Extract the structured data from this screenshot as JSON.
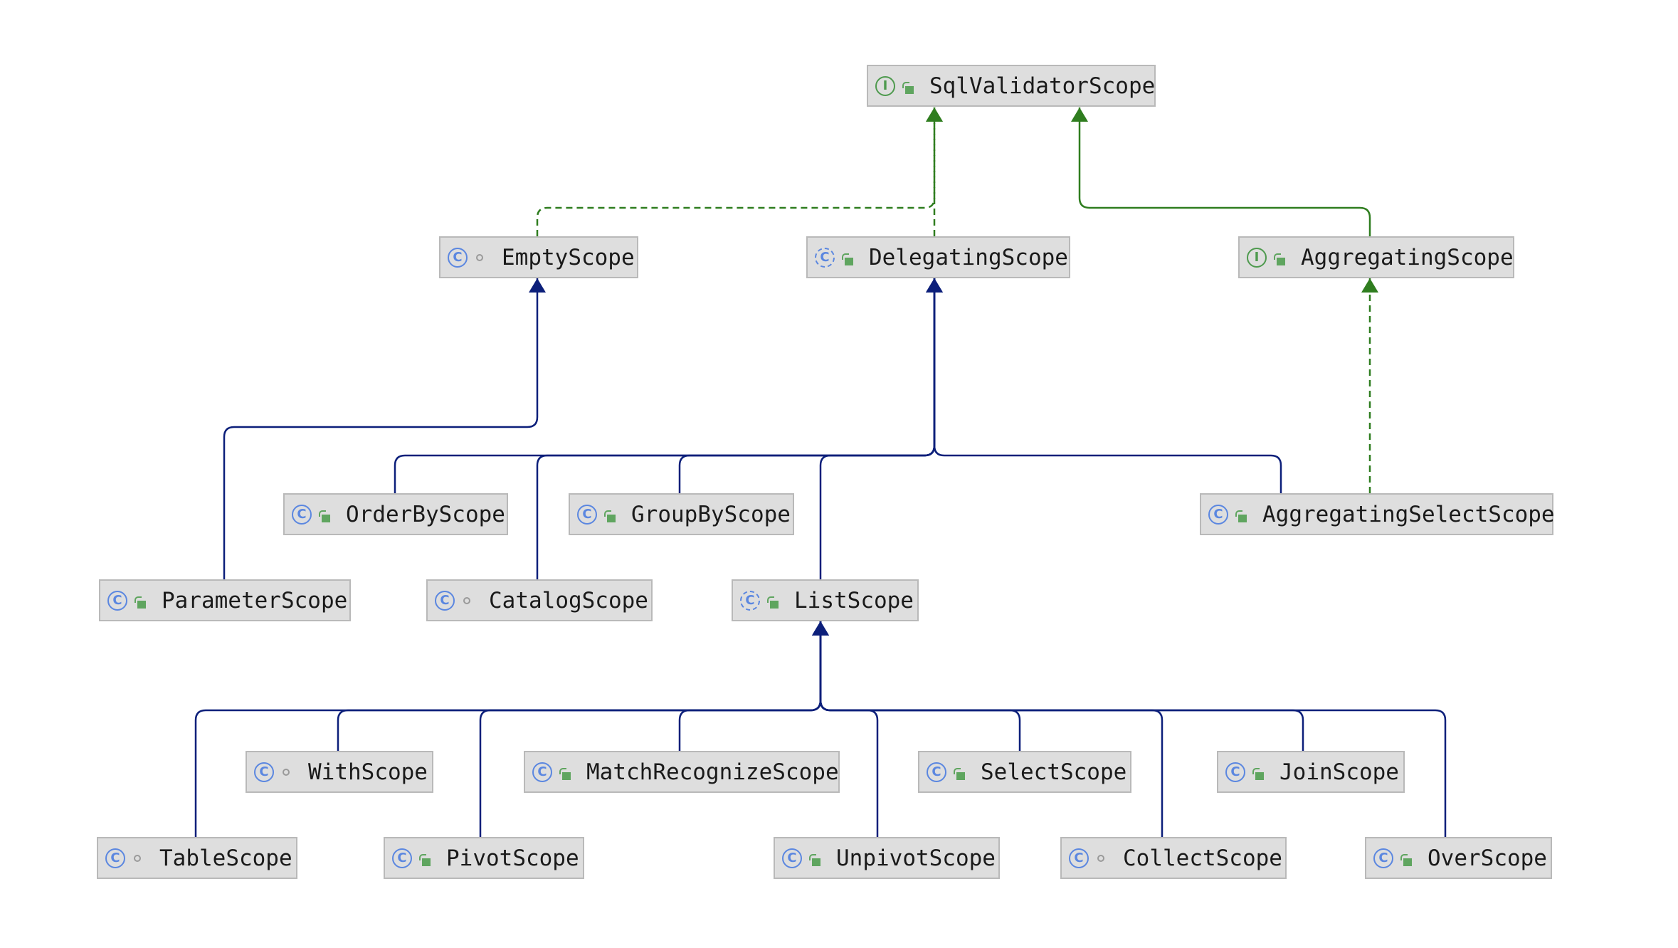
{
  "nodes": [
    {
      "id": "SqlValidatorScope",
      "label": "SqlValidatorScope",
      "kind": "interface",
      "kind_glyph": "I",
      "visibility": "public"
    },
    {
      "id": "EmptyScope",
      "label": "EmptyScope",
      "kind": "class",
      "kind_glyph": "C",
      "visibility": "package"
    },
    {
      "id": "DelegatingScope",
      "label": "DelegatingScope",
      "kind": "abstract",
      "kind_glyph": "C",
      "visibility": "public"
    },
    {
      "id": "AggregatingScope",
      "label": "AggregatingScope",
      "kind": "interface",
      "kind_glyph": "I",
      "visibility": "public"
    },
    {
      "id": "OrderByScope",
      "label": "OrderByScope",
      "kind": "class",
      "kind_glyph": "C",
      "visibility": "public"
    },
    {
      "id": "GroupByScope",
      "label": "GroupByScope",
      "kind": "class",
      "kind_glyph": "C",
      "visibility": "public"
    },
    {
      "id": "AggregatingSelectScope",
      "label": "AggregatingSelectScope",
      "kind": "class",
      "kind_glyph": "C",
      "visibility": "public"
    },
    {
      "id": "ParameterScope",
      "label": "ParameterScope",
      "kind": "class",
      "kind_glyph": "C",
      "visibility": "public"
    },
    {
      "id": "CatalogScope",
      "label": "CatalogScope",
      "kind": "class",
      "kind_glyph": "C",
      "visibility": "package"
    },
    {
      "id": "ListScope",
      "label": "ListScope",
      "kind": "abstract",
      "kind_glyph": "C",
      "visibility": "public"
    },
    {
      "id": "WithScope",
      "label": "WithScope",
      "kind": "class",
      "kind_glyph": "C",
      "visibility": "package"
    },
    {
      "id": "MatchRecognizeScope",
      "label": "MatchRecognizeScope",
      "kind": "class",
      "kind_glyph": "C",
      "visibility": "public"
    },
    {
      "id": "SelectScope",
      "label": "SelectScope",
      "kind": "class",
      "kind_glyph": "C",
      "visibility": "public"
    },
    {
      "id": "JoinScope",
      "label": "JoinScope",
      "kind": "class",
      "kind_glyph": "C",
      "visibility": "public"
    },
    {
      "id": "TableScope",
      "label": "TableScope",
      "kind": "class",
      "kind_glyph": "C",
      "visibility": "package"
    },
    {
      "id": "PivotScope",
      "label": "PivotScope",
      "kind": "class",
      "kind_glyph": "C",
      "visibility": "public"
    },
    {
      "id": "UnpivotScope",
      "label": "UnpivotScope",
      "kind": "class",
      "kind_glyph": "C",
      "visibility": "public"
    },
    {
      "id": "CollectScope",
      "label": "CollectScope",
      "kind": "class",
      "kind_glyph": "C",
      "visibility": "package"
    },
    {
      "id": "OverScope",
      "label": "OverScope",
      "kind": "class",
      "kind_glyph": "C",
      "visibility": "public"
    }
  ],
  "edges": [
    {
      "from": "EmptyScope",
      "to": "SqlValidatorScope",
      "type": "implements"
    },
    {
      "from": "DelegatingScope",
      "to": "SqlValidatorScope",
      "type": "implements"
    },
    {
      "from": "AggregatingScope",
      "to": "SqlValidatorScope",
      "type": "extends-interface"
    },
    {
      "from": "ParameterScope",
      "to": "EmptyScope",
      "type": "extends"
    },
    {
      "from": "OrderByScope",
      "to": "DelegatingScope",
      "type": "extends"
    },
    {
      "from": "CatalogScope",
      "to": "DelegatingScope",
      "type": "extends"
    },
    {
      "from": "GroupByScope",
      "to": "DelegatingScope",
      "type": "extends"
    },
    {
      "from": "ListScope",
      "to": "DelegatingScope",
      "type": "extends"
    },
    {
      "from": "AggregatingSelectScope",
      "to": "DelegatingScope",
      "type": "extends"
    },
    {
      "from": "AggregatingSelectScope",
      "to": "AggregatingScope",
      "type": "implements"
    },
    {
      "from": "TableScope",
      "to": "ListScope",
      "type": "extends"
    },
    {
      "from": "WithScope",
      "to": "ListScope",
      "type": "extends"
    },
    {
      "from": "PivotScope",
      "to": "ListScope",
      "type": "extends"
    },
    {
      "from": "MatchRecognizeScope",
      "to": "ListScope",
      "type": "extends"
    },
    {
      "from": "UnpivotScope",
      "to": "ListScope",
      "type": "extends"
    },
    {
      "from": "SelectScope",
      "to": "ListScope",
      "type": "extends"
    },
    {
      "from": "CollectScope",
      "to": "ListScope",
      "type": "extends"
    },
    {
      "from": "JoinScope",
      "to": "ListScope",
      "type": "extends"
    },
    {
      "from": "OverScope",
      "to": "ListScope",
      "type": "extends"
    }
  ],
  "colors": {
    "extends": "#0c1f7a",
    "implements": "#2f7d1f",
    "node_fill": "#dedede",
    "node_border": "#b9b9b9",
    "class_icon": "#5b87e0",
    "interface_icon": "#4e9a4e"
  }
}
